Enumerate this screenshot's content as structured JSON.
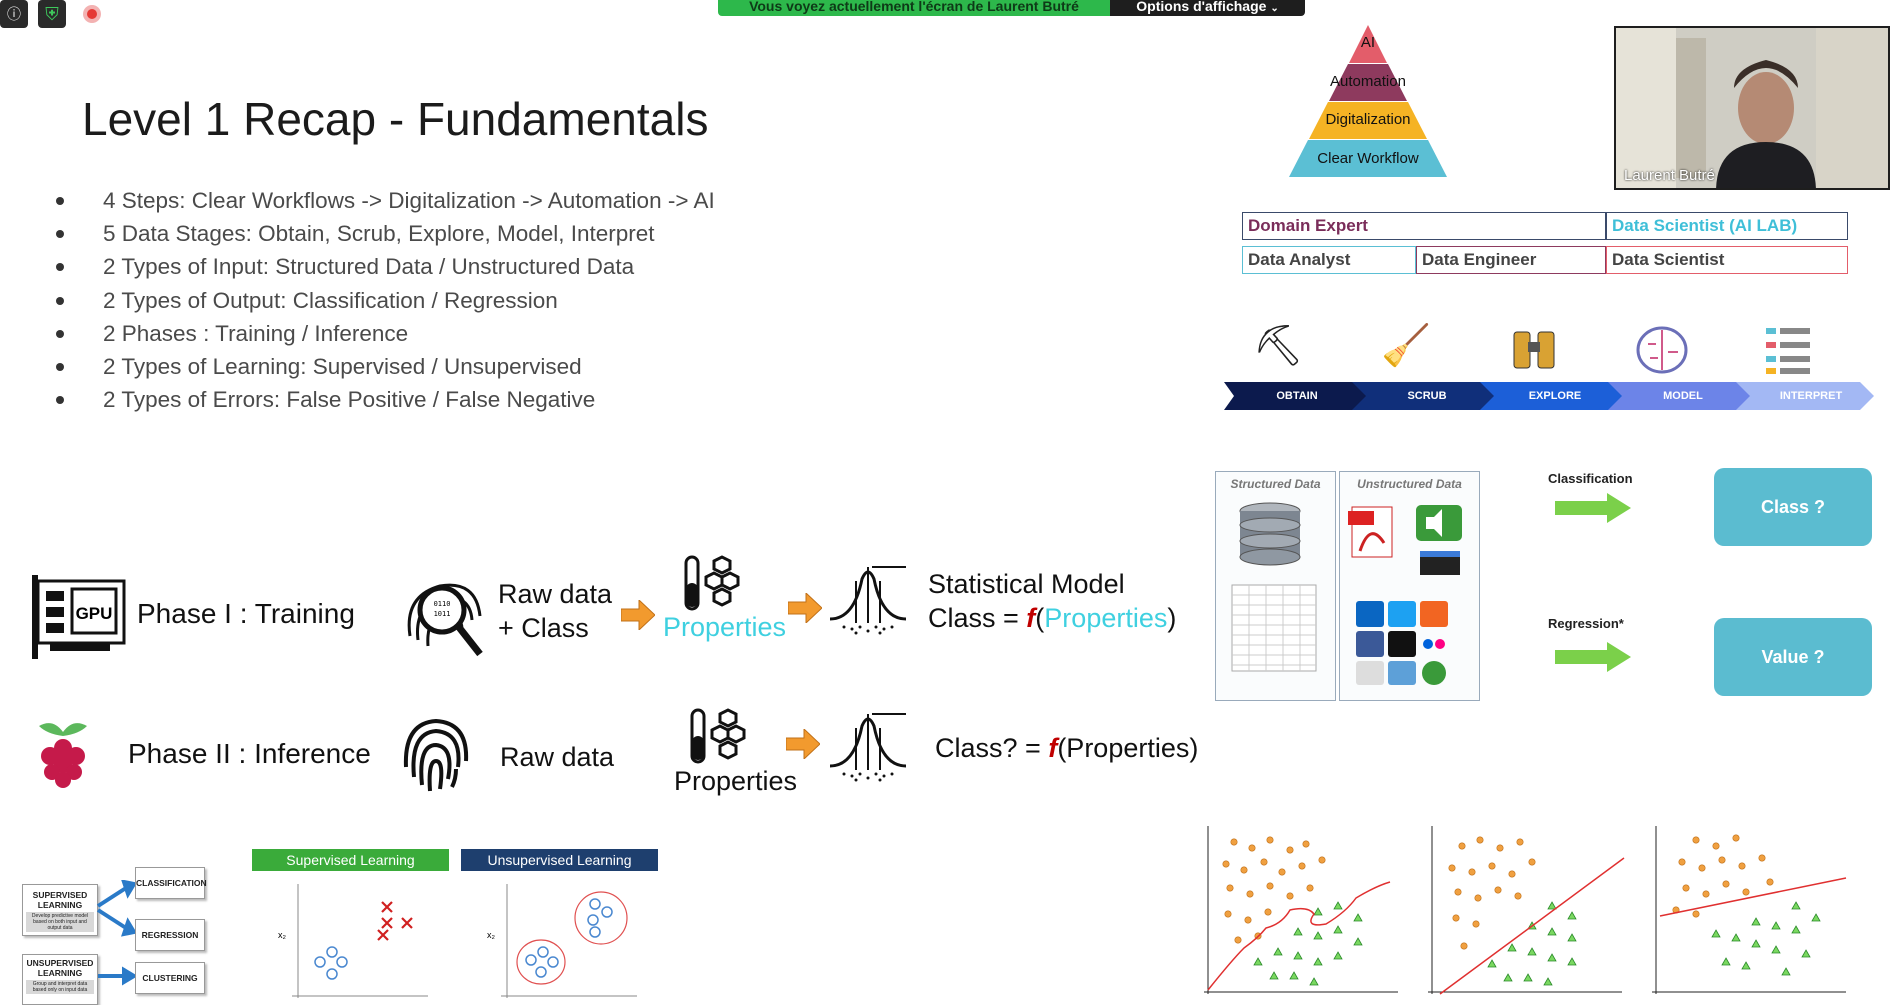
{
  "toolbar": {
    "banner_text": "Vous voyez actuellement l'écran de Laurent Butré",
    "view_options": "Options d'affichage"
  },
  "slide": {
    "title": "Level 1 Recap - Fundamentals",
    "bullets": [
      "4 Steps: Clear Workflows -> Digitalization -> Automation -> AI",
      "5 Data Stages: Obtain, Scrub, Explore, Model, Interpret",
      "2 Types of Input: Structured Data / Unstructured Data",
      "2 Types of Output: Classification / Regression",
      "2 Phases : Training / Inference",
      "2 Types of Learning: Supervised / Unsupervised",
      "2 Types of Errors: False Positive / False Negative"
    ],
    "pyramid": [
      "AI",
      "Automation",
      "Digitalization",
      "Clear Workflow"
    ],
    "roles": {
      "domain_expert": "Domain Expert",
      "ai_lab": "Data Scientist (AI LAB)",
      "analyst": "Data Analyst",
      "engineer": "Data Engineer",
      "scientist": "Data Scientist"
    },
    "pipeline": [
      "OBTAIN",
      "SCRUB",
      "EXPLORE",
      "MODEL",
      "INTERPRET"
    ],
    "phase1": {
      "chip": "GPU",
      "label": "Phase I : Training",
      "raw_line1": "Raw data",
      "raw_line2": "+ Class",
      "properties": "Properties",
      "model_line1": "Statistical Model",
      "model_class": "Class = ",
      "f": "f",
      "model_paren_open": "(",
      "model_props": "Properties",
      "model_paren_close": ")"
    },
    "phase2": {
      "label": "Phase II : Inference",
      "raw": "Raw data",
      "properties": "Properties",
      "class_q": "Class? = ",
      "f": "f",
      "rest": "(Properties)"
    },
    "data_types": {
      "structured": "Structured Data",
      "unstructured": "Unstructured Data",
      "classification": "Classification",
      "regression": "Regression*",
      "class_q": "Class ?",
      "value_q": "Value ?"
    },
    "learning": {
      "supervised_box": "SUPERVISED LEARNING",
      "supervised_desc": "Develop predictive model based on both input and output data",
      "unsupervised_box": "UNSUPERVISED LEARNING",
      "unsupervised_desc": "Group and interpret data based only on input data",
      "classification": "CLASSIFICATION",
      "regression": "REGRESSION",
      "clustering": "CLUSTERING",
      "supervised_header": "Supervised Learning",
      "unsupervised_header": "Unsupervised Learning",
      "axis_label": "x₂"
    }
  },
  "webcam": {
    "name": "Laurent Butré"
  },
  "colors": {
    "pyramid_ai": "#e35d6a",
    "pyramid_automation": "#8e3a5e",
    "pyramid_digitalization": "#f5b324",
    "pyramid_workflow": "#5bbfd4",
    "teal": "#5bbcd0",
    "banner_green": "#2db84b"
  }
}
